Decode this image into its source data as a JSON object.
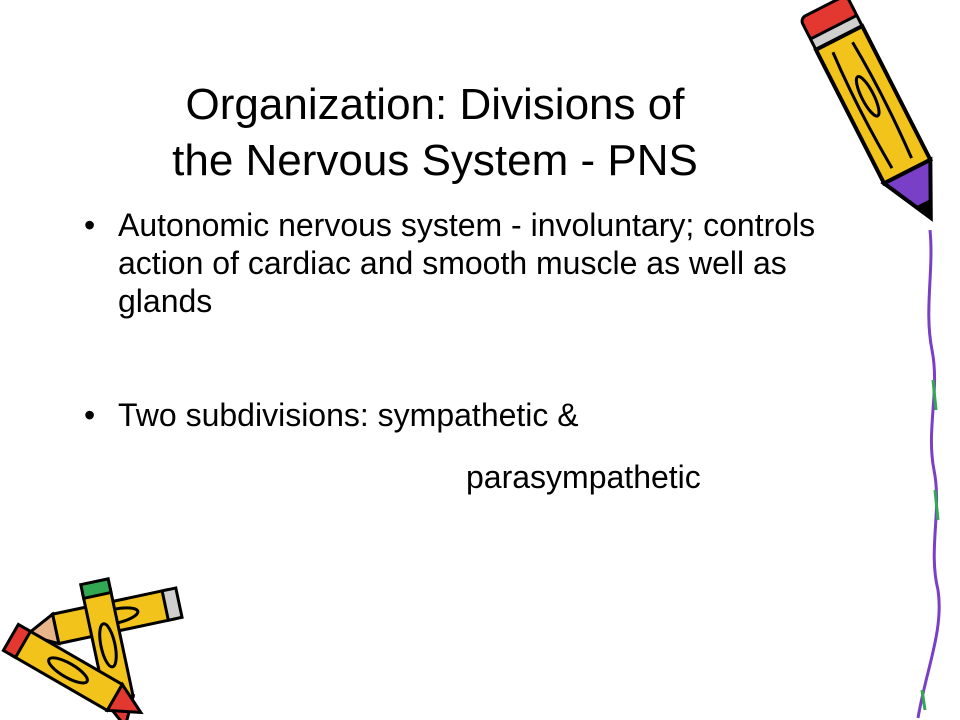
{
  "slide": {
    "title_line1": "Organization: Divisions of",
    "title_line2": "the Nervous System - PNS",
    "bullets": [
      {
        "marker": "•",
        "text": "Autonomic nervous system - involuntary; controls action of cardiac and smooth muscle as well as glands"
      },
      {
        "marker": "•",
        "text": "Two subdivisions: sympathetic &",
        "continuation": "parasympathetic"
      }
    ]
  },
  "decorations": {
    "top_right": "pencil-icon",
    "bottom_left": "pencils-icon",
    "right_edge": "scribble-line",
    "colors": {
      "pencil_body": "#f2c31b",
      "pencil_tip": "#7a3fc7",
      "pencil_tip_alt": "#e2382f",
      "eraser": "#33a852",
      "outline": "#000000"
    }
  }
}
